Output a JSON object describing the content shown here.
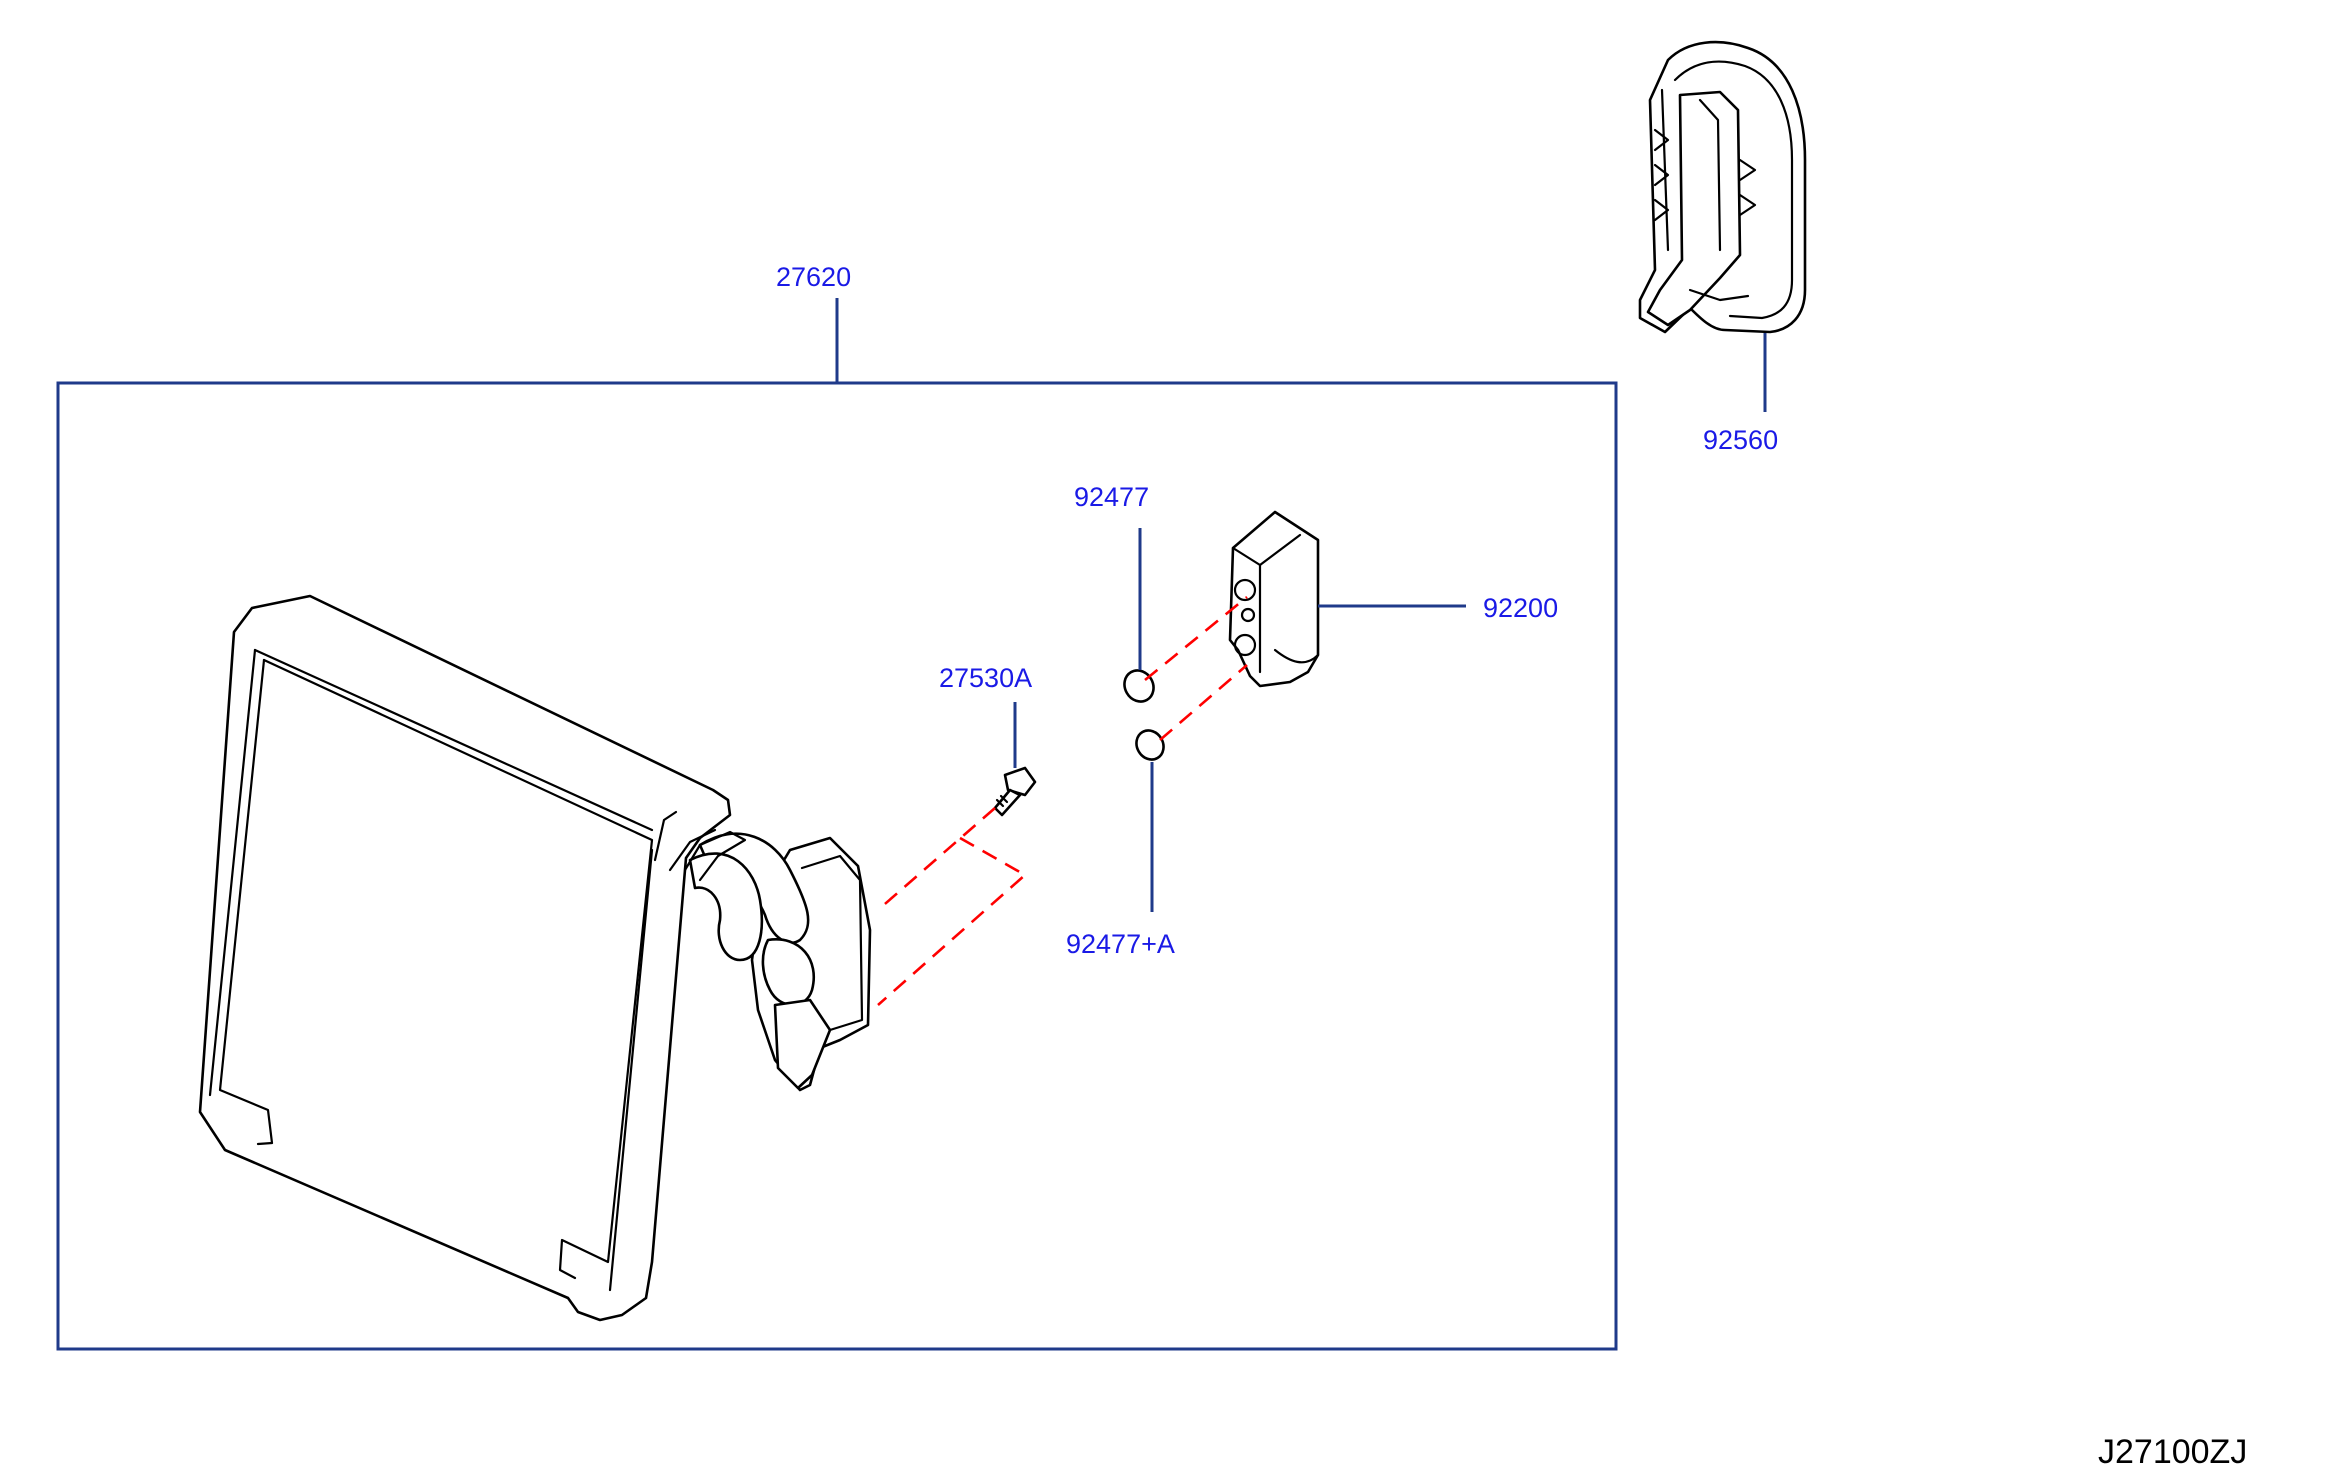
{
  "callouts": {
    "evaporator_assembly": "27620",
    "grommet": "92560",
    "o_ring_upper": "92477",
    "expansion_valve": "92200",
    "screw": "27530A",
    "o_ring_lower": "92477+A"
  },
  "diagram_code": "J27100ZJ",
  "colors": {
    "callout_text": "#1a1ae6",
    "leader_line": "#1f3a8a",
    "assembly_guide": "#ff0000",
    "part_outline": "#000000"
  }
}
